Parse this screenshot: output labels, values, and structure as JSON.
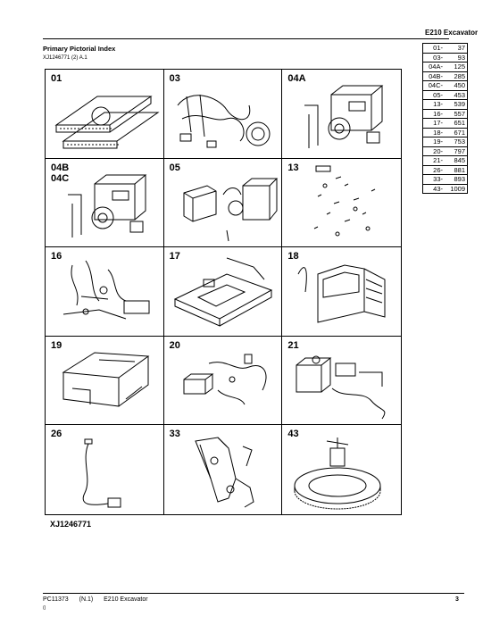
{
  "header": {
    "title": "E210 Excavator"
  },
  "section": {
    "title": "Primary Pictorial Index",
    "ref": "XJ1246771 (2) A.1"
  },
  "index": [
    {
      "key": "01",
      "page": "37"
    },
    {
      "key": "03",
      "page": "93"
    },
    {
      "key": "04A",
      "page": "125"
    },
    {
      "key": "04B",
      "page": "285"
    },
    {
      "key": "04C",
      "page": "450"
    },
    {
      "key": "05",
      "page": "453"
    },
    {
      "key": "13",
      "page": "539"
    },
    {
      "key": "16",
      "page": "557"
    },
    {
      "key": "17",
      "page": "651"
    },
    {
      "key": "18",
      "page": "671"
    },
    {
      "key": "19",
      "page": "753"
    },
    {
      "key": "20",
      "page": "797"
    },
    {
      "key": "21",
      "page": "845"
    },
    {
      "key": "26",
      "page": "881"
    },
    {
      "key": "33",
      "page": "893"
    },
    {
      "key": "43",
      "page": "1009"
    }
  ],
  "cells": [
    {
      "label": "01",
      "icon": "track-frame-icon"
    },
    {
      "label": "03",
      "icon": "wiring-harness-icon"
    },
    {
      "label": "04A",
      "icon": "engine-icon"
    },
    {
      "label": "04B\n04C",
      "icon": "engine-icon"
    },
    {
      "label": "05",
      "icon": "cooling-radiator-icon"
    },
    {
      "label": "13",
      "icon": "fasteners-icon"
    },
    {
      "label": "16",
      "icon": "hydraulic-lines-icon"
    },
    {
      "label": "17",
      "icon": "main-frame-icon"
    },
    {
      "label": "18",
      "icon": "operator-cab-icon"
    },
    {
      "label": "19",
      "icon": "hood-enclosure-icon"
    },
    {
      "label": "20",
      "icon": "electrical-box-icon"
    },
    {
      "label": "21",
      "icon": "hydraulic-tank-icon"
    },
    {
      "label": "26",
      "icon": "cable-icon"
    },
    {
      "label": "33",
      "icon": "boom-arm-icon"
    },
    {
      "label": "43",
      "icon": "swing-bearing-icon"
    }
  ],
  "figure_ref": "XJ1246771",
  "footer": {
    "doc": "PC11373",
    "rev": "(N.1)",
    "model": "E210 Excavator",
    "small": "()",
    "page": "3"
  }
}
